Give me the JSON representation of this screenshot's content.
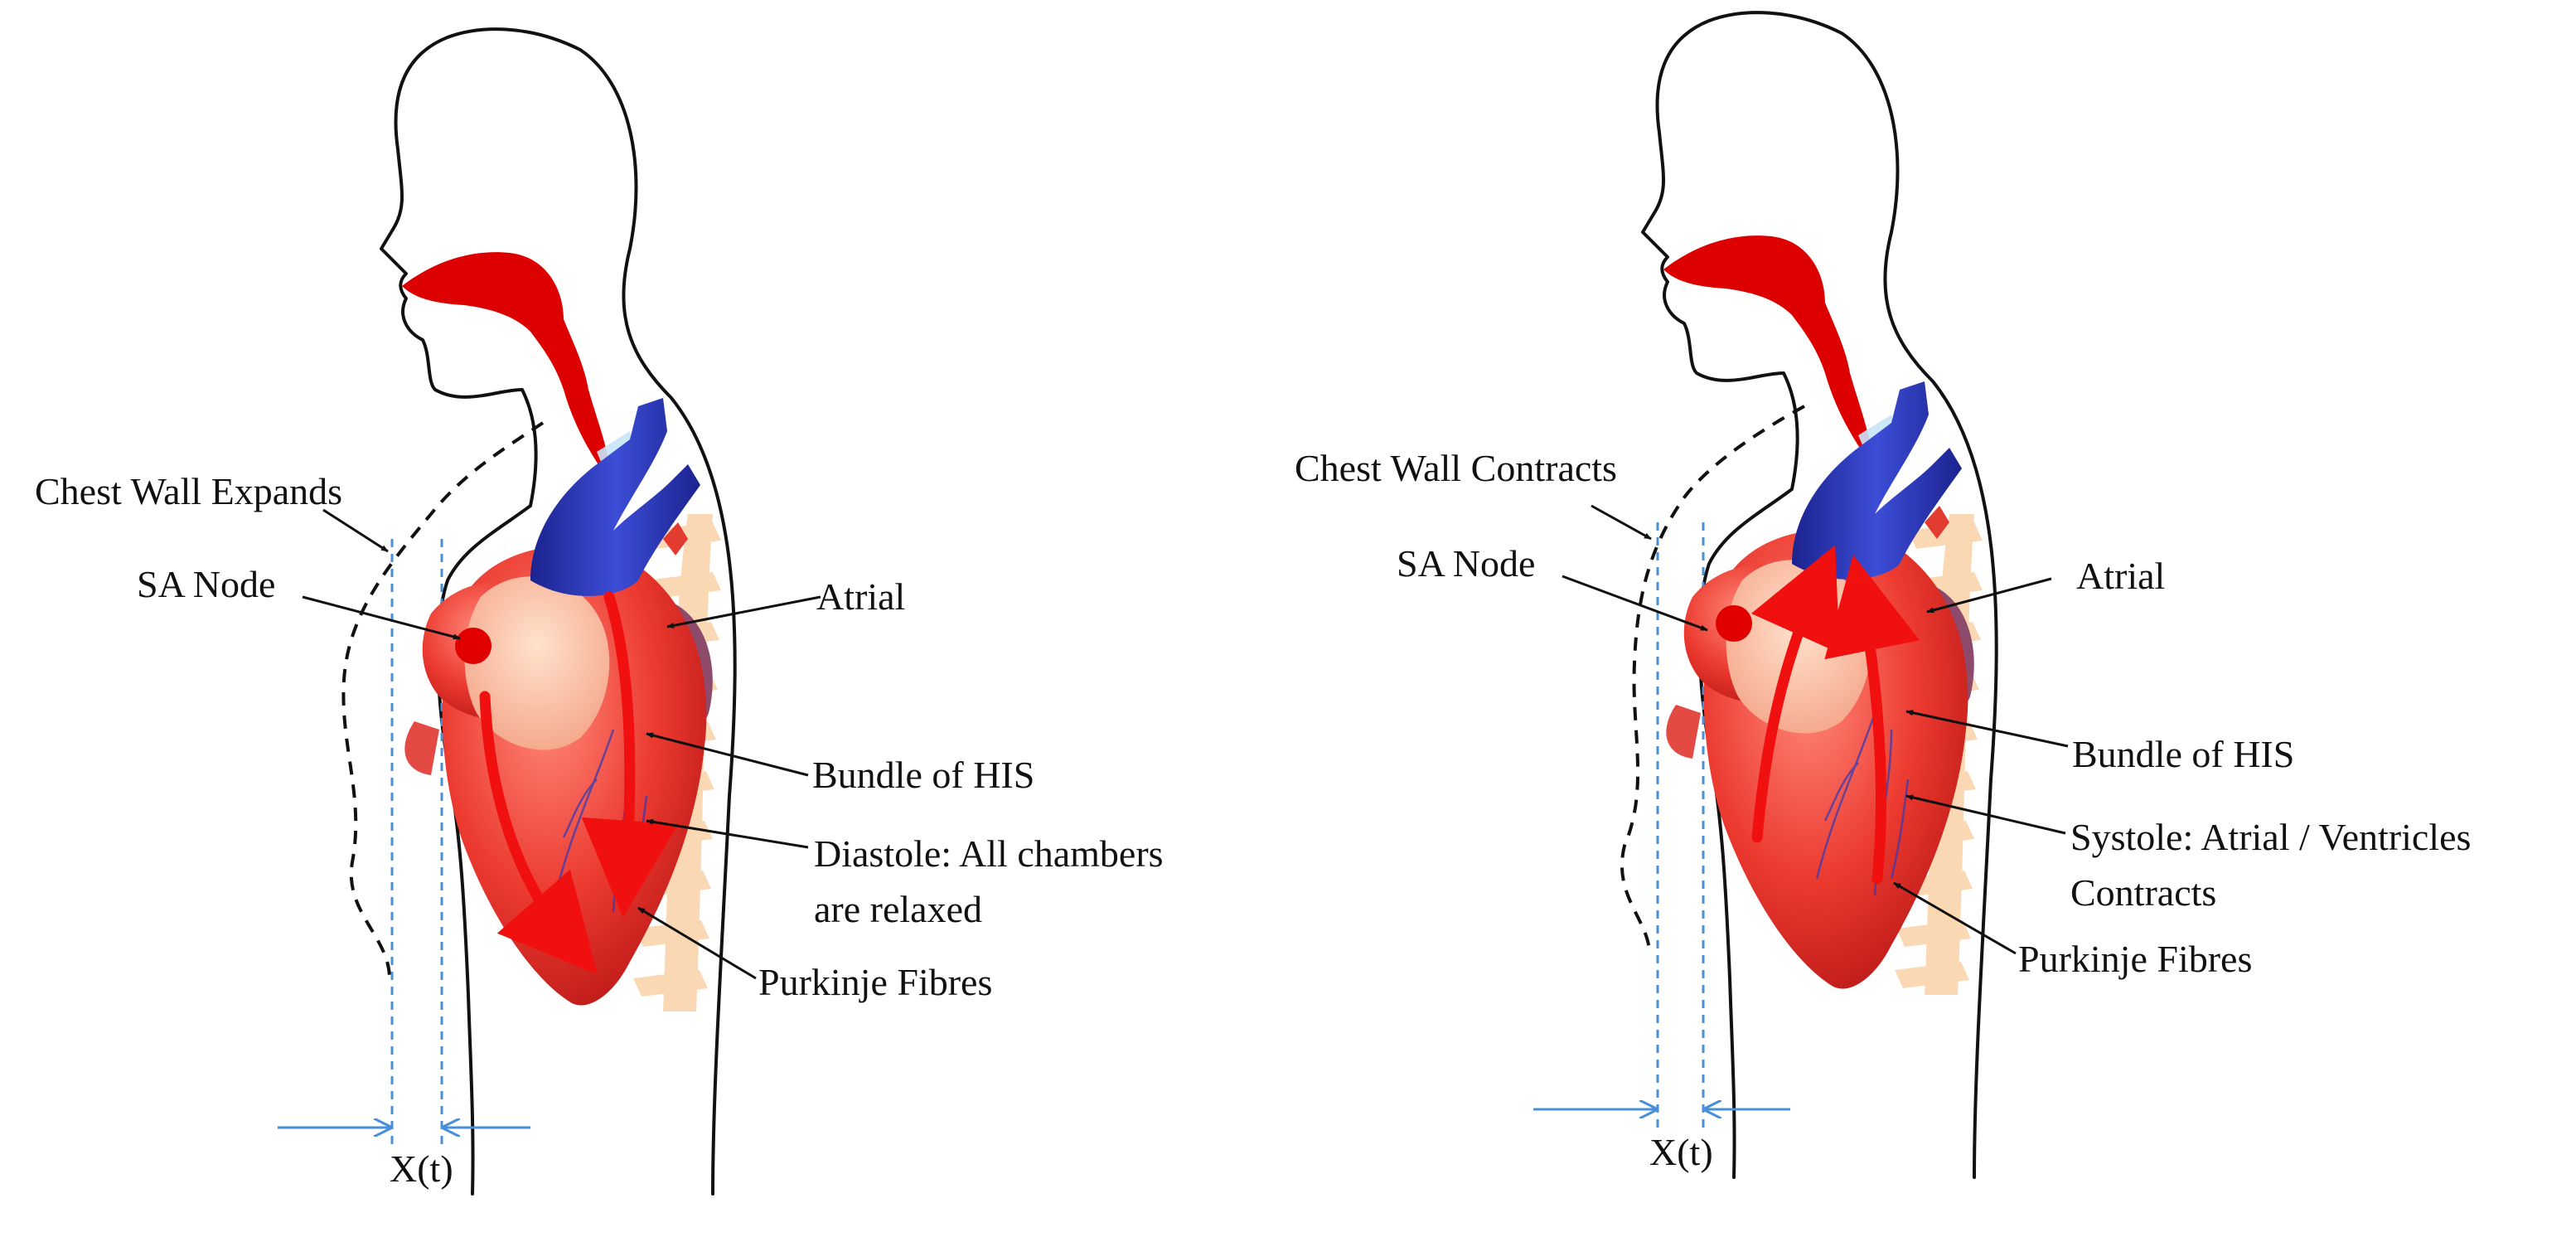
{
  "colors": {
    "outline": "#111111",
    "measure_blue": "#4a90d9",
    "airway_red": "#dd0000",
    "heart_red": "#e8302c",
    "vessel_blue": "#2a36b8",
    "spine_orange": "#fbd2a8",
    "flow_arrow_red": "#f01010"
  },
  "panels": [
    {
      "state": "diastole",
      "labels": {
        "chest_wall": "Chest Wall Expands",
        "sa_node": "SA Node",
        "atrial": "Atrial",
        "bundle": "Bundle of HIS",
        "phase_line1": "Diastole: All chambers",
        "phase_line2": "are relaxed",
        "purkinje": "Purkinje Fibres",
        "displacement": "X(t)"
      }
    },
    {
      "state": "systole",
      "labels": {
        "chest_wall": "Chest Wall Contracts",
        "sa_node": "SA Node",
        "atrial": "Atrial",
        "bundle": "Bundle of HIS",
        "phase_line1": "Systole: Atrial / Ventricles",
        "phase_line2": "Contracts",
        "purkinje": "Purkinje Fibres",
        "displacement": "X(t)"
      }
    }
  ]
}
